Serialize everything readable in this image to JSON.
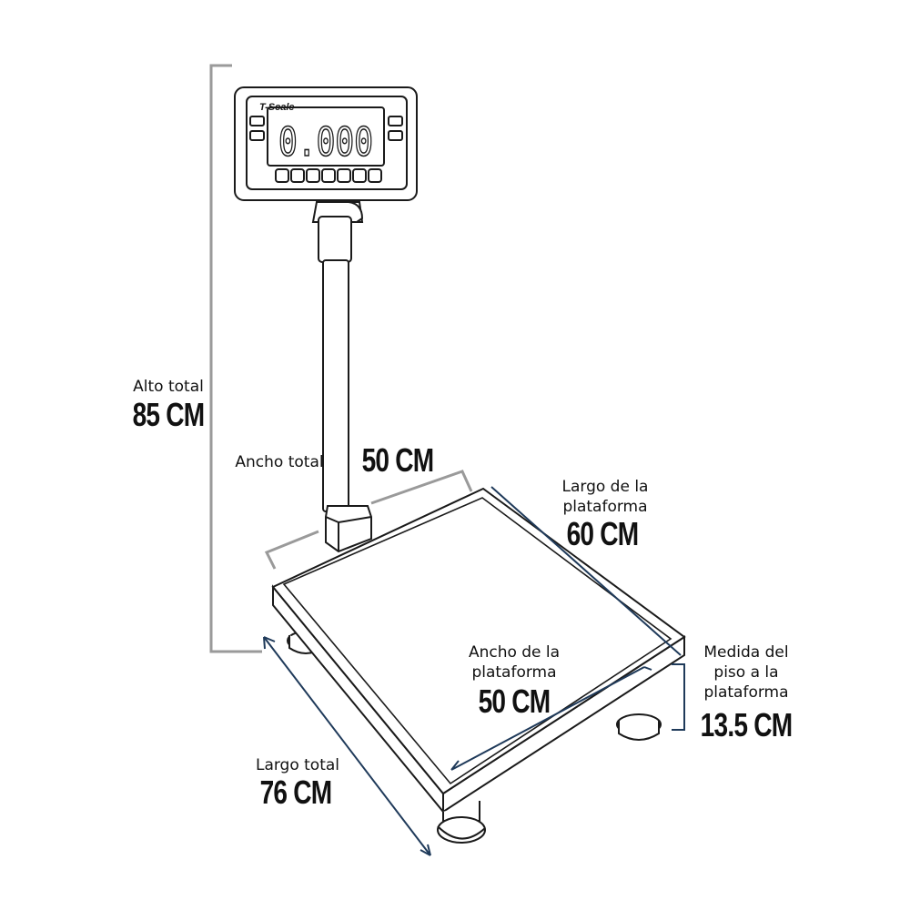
{
  "display": {
    "brand": "T-Scale",
    "reading": "0.000"
  },
  "dimensions": {
    "alto_total": {
      "label": "Alto total",
      "value": "85 CM"
    },
    "ancho_total": {
      "label": "Ancho total",
      "value": "50 CM"
    },
    "largo_plataforma": {
      "label_line1": "Largo de la",
      "label_line2": "plataforma",
      "value": "60 CM"
    },
    "ancho_plataforma": {
      "label_line1": "Ancho de la",
      "label_line2": "plataforma",
      "value": "50 CM"
    },
    "medida_piso": {
      "label_line1": "Medida del",
      "label_line2": "piso a la",
      "label_line3": "plataforma",
      "value": "13.5 CM"
    },
    "largo_total": {
      "label": "Largo total",
      "value": "76 CM"
    }
  },
  "colors": {
    "outline": "#1a1a1a",
    "gray_dimension": "#9a9a9a",
    "navy_dimension": "#1f3a5a"
  }
}
